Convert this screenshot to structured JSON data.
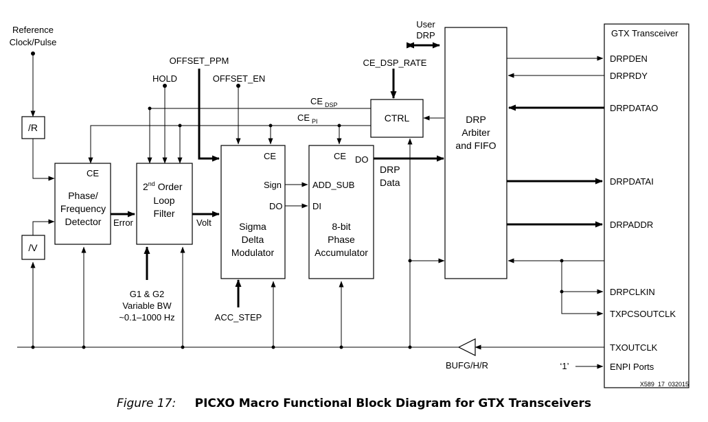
{
  "diagram": {
    "inputs": {
      "reference_clock": [
        "Reference",
        "Clock/Pulse"
      ],
      "offset_ppm": "OFFSET_PPM",
      "hold": "HOLD",
      "offset_en": "OFFSET_EN",
      "ce_dsp_rate": "CE_DSP_RATE",
      "user_drp": [
        "User",
        "DRP"
      ],
      "acc_step": "ACC_STEP",
      "gain": [
        "G1 & G2",
        "Variable BW",
        "~0.1–1000 Hz"
      ],
      "one_constant": "‘1’"
    },
    "signals": {
      "ce_dsp_main": "CE",
      "ce_dsp_sub": "DSP",
      "ce_pi_main": "CE",
      "ce_pi_sub": "PI",
      "error": "Error",
      "volt": "Volt",
      "drp_data": [
        "DRP",
        "Data"
      ],
      "bufg": "BUFG/H/R"
    },
    "blocks": {
      "div_r": "/R",
      "div_v": "/V",
      "pfd": {
        "ce": "CE",
        "title": [
          "Phase/",
          "Frequency",
          "Detector"
        ]
      },
      "loop_filter": {
        "title_main": "2",
        "title_sup": "nd",
        "title_rest": " Order",
        "title": [
          "Loop",
          "Filter"
        ]
      },
      "sdm": {
        "ce": "CE",
        "sign": "Sign",
        "do": "DO",
        "title": [
          "Sigma",
          "Delta",
          "Modulator"
        ]
      },
      "acc": {
        "ce": "CE",
        "do": "DO",
        "add_sub": "ADD_SUB",
        "di": "DI",
        "title": [
          "8-bit",
          "Phase",
          "Accumulator"
        ]
      },
      "ctrl": "CTRL",
      "drp_arbiter": [
        "DRP",
        "Arbiter",
        "and FIFO"
      ]
    },
    "gtx": {
      "title": "GTX Transceiver",
      "ports": [
        "DRPDEN",
        "DRPRDY",
        "DRPDATAO",
        "DRPDATAI",
        "DRPADDR",
        "DRPCLKIN",
        "TXPCSOUTCLK",
        "TXOUTCLK",
        "ENPI Ports"
      ]
    },
    "code": "X589_17_032015"
  },
  "caption": {
    "figure": "Figure 17:",
    "title": "PICXO Macro Functional Block Diagram for GTX Transceivers"
  }
}
